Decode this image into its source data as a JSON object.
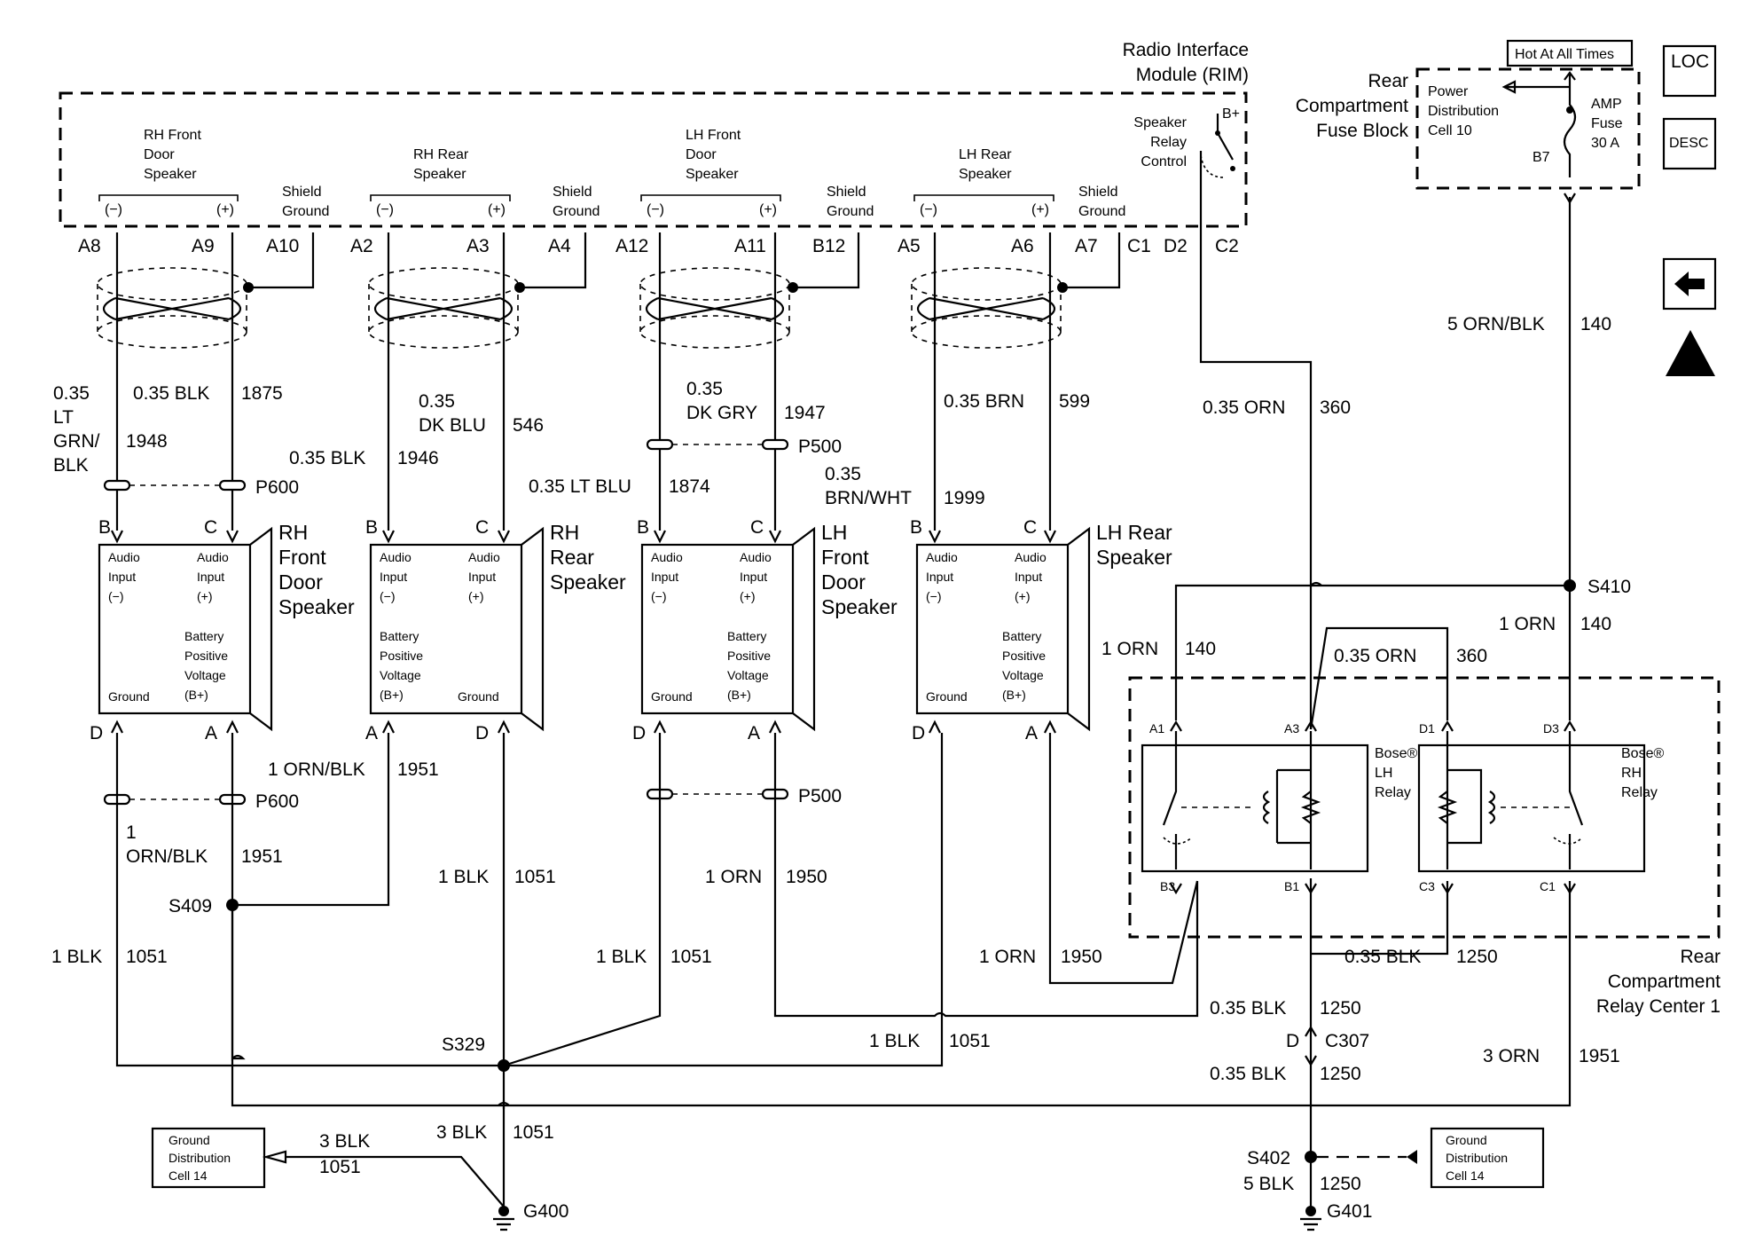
{
  "rim": {
    "title_line1": "Radio Interface",
    "title_line2": "Module (RIM)",
    "relay_ctrl": [
      "Speaker",
      "Relay",
      "Control"
    ],
    "bplus": "B+"
  },
  "rim_groups": [
    {
      "name_l1": "RH Front",
      "name_l2": "Door",
      "name_l3": "Speaker",
      "neg": "(−)",
      "pos": "(+)",
      "shield1": "Shield",
      "shield2": "Ground",
      "pin_neg": "A8",
      "pin_pos": "A9",
      "pin_shield": "A10"
    },
    {
      "name_l1": "RH Rear",
      "name_l2": "Speaker",
      "name_l3": "",
      "neg": "(−)",
      "pos": "(+)",
      "shield1": "Shield",
      "shield2": "Ground",
      "pin_neg": "A2",
      "pin_pos": "A3",
      "pin_shield": "A4"
    },
    {
      "name_l1": "LH Front",
      "name_l2": "Door",
      "name_l3": "Speaker",
      "neg": "(−)",
      "pos": "(+)",
      "shield1": "Shield",
      "shield2": "Ground",
      "pin_neg": "A12",
      "pin_pos": "A11",
      "pin_shield": "B12"
    },
    {
      "name_l1": "LH Rear",
      "name_l2": "Speaker",
      "name_l3": "",
      "neg": "(−)",
      "pos": "(+)",
      "shield1": "Shield",
      "shield2": "Ground",
      "pin_neg": "A5",
      "pin_pos": "A6",
      "pin_shield": "A7"
    }
  ],
  "rim_pins_extra": {
    "c1": "C1",
    "d2": "D2",
    "c2": "C2"
  },
  "fuse": {
    "hot": "Hot At All Times",
    "block1": "Rear",
    "block2": "Compartment",
    "block3": "Fuse Block",
    "pd1": "Power",
    "pd2": "Distribution",
    "pd3": "Cell 10",
    "amp": "AMP",
    "fuse": "Fuse",
    "rating": "30 A",
    "pin": "B7"
  },
  "sidebar": {
    "loc": "LOC",
    "desc": "DESC"
  },
  "speakers": [
    {
      "name": [
        "RH",
        "Front",
        "Door",
        "Speaker"
      ],
      "pin_top_l": "B",
      "pin_top_r": "C",
      "tl": [
        "Audio",
        "Input",
        "(−)"
      ],
      "tr": [
        "Audio",
        "Input",
        "(+)"
      ],
      "batt": [
        "Battery",
        "Positive",
        "Voltage",
        "(B+)"
      ],
      "ground": "Ground",
      "pin_bot_l": "D",
      "pin_bot_r": "A"
    },
    {
      "name": [
        "RH",
        "Rear",
        "Speaker"
      ],
      "pin_top_l": "B",
      "pin_top_r": "C",
      "tl": [
        "Audio",
        "Input",
        "(−)"
      ],
      "tr": [
        "Audio",
        "Input",
        "(+)"
      ],
      "batt": [
        "Battery",
        "Positive",
        "Voltage",
        "(B+)"
      ],
      "ground": "Ground",
      "pin_bot_l": "A",
      "pin_bot_r": "D"
    },
    {
      "name": [
        "LH",
        "Front",
        "Door",
        "Speaker"
      ],
      "pin_top_l": "B",
      "pin_top_r": "C",
      "tl": [
        "Audio",
        "Input",
        "(−)"
      ],
      "tr": [
        "Audio",
        "Input",
        "(+)"
      ],
      "batt": [
        "Battery",
        "Positive",
        "Voltage",
        "(B+)"
      ],
      "ground": "Ground",
      "pin_bot_l": "D",
      "pin_bot_r": "A"
    },
    {
      "name": [
        "LH Rear",
        "Speaker"
      ],
      "pin_top_l": "B",
      "pin_top_r": "C",
      "tl": [
        "Audio",
        "Input",
        "(−)"
      ],
      "tr": [
        "Audio",
        "Input",
        "(+)"
      ],
      "batt": [
        "Battery",
        "Positive",
        "Voltage",
        "(B+)"
      ],
      "ground": "Ground",
      "pin_bot_l": "D",
      "pin_bot_r": "A"
    }
  ],
  "wires": {
    "w1_gauge": "0.35",
    "w1_lt": "LT",
    "w1_grn": "GRN/",
    "w1_blk": "BLK",
    "w1_num": "1948",
    "w2": "0.35 BLK",
    "w2_num": "1875",
    "w3": "0.35 BLK",
    "w3_num": "1946",
    "w4_g": "0.35",
    "w4_c": "DK BLU",
    "w4_num": "546",
    "w5": "0.35 LT BLU",
    "w5_num": "1874",
    "w6_g": "0.35",
    "w6_c": "DK GRY",
    "w6_num": "1947",
    "w7_g": "0.35",
    "w7_c": "BRN/WHT",
    "w7_num": "1999",
    "w8": "0.35 BRN",
    "w8_num": "599",
    "w9": "0.35 ORN",
    "w9_num": "360",
    "w10": "5 ORN/BLK",
    "w10_num": "140",
    "w11": "1 ORN/BLK",
    "w11_num": "1951",
    "w12_a": "1",
    "w12_b": "ORN/BLK",
    "w12_num": "1951",
    "w13": "1 BLK",
    "w13_num": "1051",
    "w14": "1 ORN",
    "w14_num": "1950",
    "w15": "1 BLK",
    "w15_num": "1051",
    "w16": "1 BLK",
    "w16_num": "1051",
    "w17": "1 ORN",
    "w17_num": "1950",
    "w18": "1 BLK",
    "w18_num": "1051",
    "w19": "3 BLK",
    "w19_num": "1051",
    "w20": "3 BLK",
    "w20_num": "1051",
    "w21": "1 ORN",
    "w21_num": "140",
    "w22": "1 ORN",
    "w22_num": "140",
    "w23": "0.35 ORN",
    "w23_num": "360",
    "w24": "0.35 BLK",
    "w24_num": "1250",
    "w25": "0.35 BLK",
    "w25_num": "1250",
    "w26": "0.35 BLK",
    "w26_num": "1250",
    "w27": "3 ORN",
    "w27_num": "1951",
    "w28": "5 BLK",
    "w28_num": "1250"
  },
  "connectors": {
    "p600a": "P600",
    "p600b": "P600",
    "p500a": "P500",
    "p500b": "P500",
    "c307": "C307",
    "c307pin": "D"
  },
  "splices": {
    "s410": "S410",
    "s409": "S409",
    "s329": "S329",
    "s402": "S402"
  },
  "grounds": {
    "g400": "G400",
    "g401": "G401",
    "gd1": [
      "Ground",
      "Distribution",
      "Cell 14"
    ],
    "gd2": [
      "Ground",
      "Distribution",
      "Cell 14"
    ]
  },
  "relay_center": {
    "title": [
      "Rear",
      "Compartment",
      "Relay Center 1"
    ],
    "lh": {
      "name": [
        "Bose®",
        "LH",
        "Relay"
      ],
      "a1": "A1",
      "a3": "A3",
      "b3": "B3",
      "b1": "B1"
    },
    "rh": {
      "name": [
        "Bose®",
        "RH",
        "Relay"
      ],
      "d1": "D1",
      "d3": "D3",
      "c3": "C3",
      "c1": "C1"
    }
  }
}
